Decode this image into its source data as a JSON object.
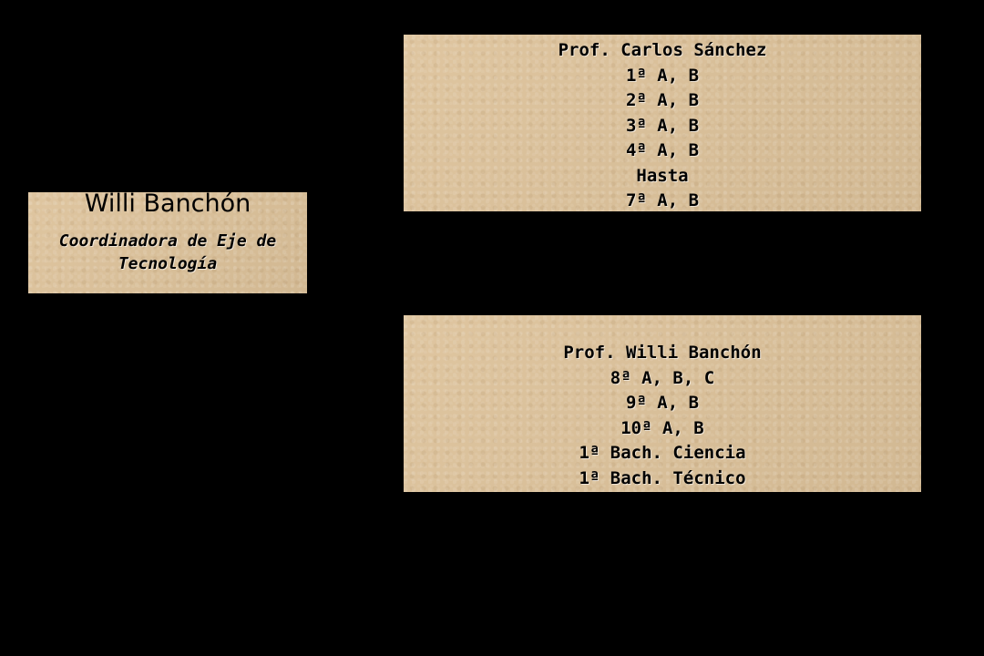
{
  "coordinator": {
    "name": "Willi Banchón",
    "role_line1": "Coordinadora de Eje de",
    "role_line2": "Tecnología"
  },
  "teacher_top": {
    "name": "Prof. Carlos Sánchez",
    "grades": [
      "1ª A, B",
      "2ª A, B",
      "3ª A, B",
      "4ª A, B",
      "Hasta",
      "7ª A, B"
    ]
  },
  "teacher_bottom": {
    "name": "Prof. Willi Banchón",
    "grades": [
      "8ª A, B, C",
      "9ª A, B",
      "10ª A, B",
      "1ª Bach. Ciencia",
      "1ª Bach. Técnico"
    ]
  },
  "colors": {
    "background": "#000000",
    "box": "#ddc29a"
  }
}
